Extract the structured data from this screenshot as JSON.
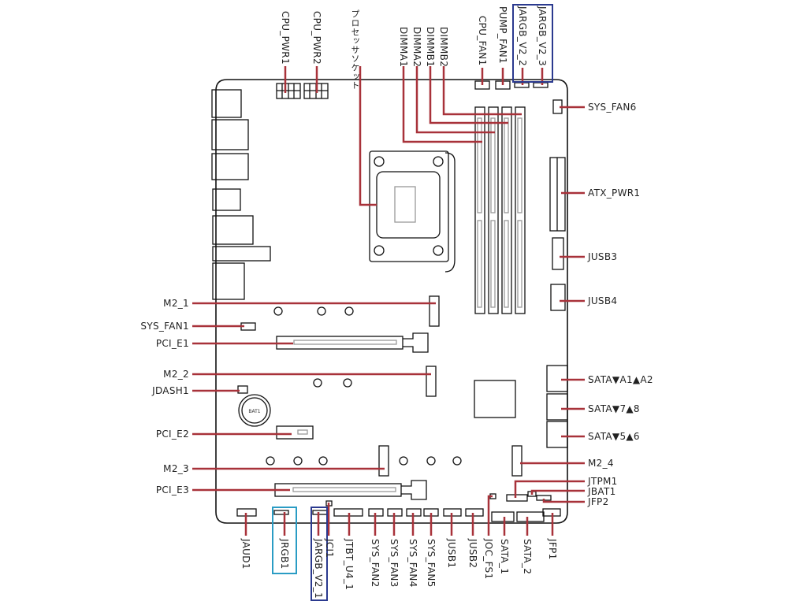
{
  "diagram": {
    "title": "Motherboard connector layout",
    "colors": {
      "leader_line": "#a8323a",
      "board_outline": "#111111",
      "highlight_blue": "#2b3a8f",
      "highlight_cyan": "#2a9cc4"
    },
    "top_labels": [
      {
        "id": "cpu_pwr1",
        "text": "CPU_PWR1"
      },
      {
        "id": "cpu_pwr2",
        "text": "CPU_PWR2"
      },
      {
        "id": "socket",
        "text": "プロセッサソケット"
      },
      {
        "id": "dimma1",
        "text": "DIMMA1"
      },
      {
        "id": "dimma2",
        "text": "DIMMA2"
      },
      {
        "id": "dimmb1",
        "text": "DIMMB1"
      },
      {
        "id": "dimmb2",
        "text": "DIMMB2"
      },
      {
        "id": "cpu_fan1",
        "text": "CPU_FAN1"
      },
      {
        "id": "pump_fan1",
        "text": "PUMP_FAN1"
      },
      {
        "id": "jargb_v2_2",
        "text": "JARGB_V2_2"
      },
      {
        "id": "jargb_v2_3",
        "text": "JARGB_V2_3"
      }
    ],
    "right_labels": [
      {
        "id": "sys_fan6",
        "text": "SYS_FAN6"
      },
      {
        "id": "atx_pwr1",
        "text": "ATX_PWR1"
      },
      {
        "id": "jusb3",
        "text": "JUSB3"
      },
      {
        "id": "jusb4",
        "text": "JUSB4"
      },
      {
        "id": "sata_a1a2",
        "text": "SATA▼A1▲A2"
      },
      {
        "id": "sata_78",
        "text": "SATA▼7▲8"
      },
      {
        "id": "sata_56",
        "text": "SATA▼5▲6"
      },
      {
        "id": "m2_4",
        "text": "M2_4"
      },
      {
        "id": "jtpm1",
        "text": "JTPM1"
      },
      {
        "id": "jbat1",
        "text": "JBAT1"
      },
      {
        "id": "jfp2",
        "text": "JFP2"
      }
    ],
    "left_labels": [
      {
        "id": "m2_1",
        "text": "M2_1"
      },
      {
        "id": "sys_fan1",
        "text": "SYS_FAN1"
      },
      {
        "id": "pci_e1",
        "text": "PCI_E1"
      },
      {
        "id": "m2_2",
        "text": "M2_2"
      },
      {
        "id": "jdash1",
        "text": "JDASH1"
      },
      {
        "id": "pci_e2",
        "text": "PCI_E2"
      },
      {
        "id": "m2_3",
        "text": "M2_3"
      },
      {
        "id": "pci_e3",
        "text": "PCI_E3"
      }
    ],
    "bottom_labels": [
      {
        "id": "jaud1",
        "text": "JAUD1"
      },
      {
        "id": "jrgb1",
        "text": "JRGB1"
      },
      {
        "id": "jargb_v2_1",
        "text": "JARGB_V2_1"
      },
      {
        "id": "jci1",
        "text": "JCI1"
      },
      {
        "id": "jtbt_u4_1",
        "text": "JTBT_U4_1"
      },
      {
        "id": "sys_fan2",
        "text": "SYS_FAN2"
      },
      {
        "id": "sys_fan3",
        "text": "SYS_FAN3"
      },
      {
        "id": "sys_fan4",
        "text": "SYS_FAN4"
      },
      {
        "id": "sys_fan5",
        "text": "SYS_FAN5"
      },
      {
        "id": "jusb1",
        "text": "JUSB1"
      },
      {
        "id": "jusb2",
        "text": "JUSB2"
      },
      {
        "id": "joc_fs1",
        "text": "JOC_FS1"
      },
      {
        "id": "sata_1",
        "text": "SATA_1"
      },
      {
        "id": "sata_2",
        "text": "SATA_2"
      },
      {
        "id": "jfp1",
        "text": "JFP1"
      }
    ],
    "battery_label": "BAT1"
  }
}
